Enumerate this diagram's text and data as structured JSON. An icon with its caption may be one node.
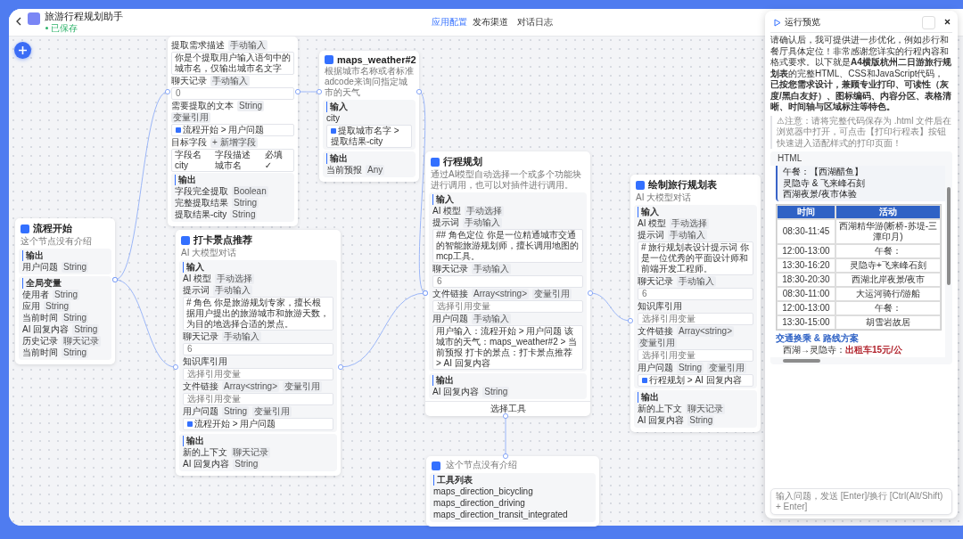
{
  "diagram": {
    "nodes": [
      {
        "text": [
          "流程开始",
          "这个节点没有介绍",
          "输出",
          "用户问题",
          "String",
          "全局变量",
          "使用者",
          "String",
          "应用",
          "String",
          "当前时间",
          "String",
          "AI 回复内容",
          "String",
          "历史记录",
          "聊天记录",
          "当前时间",
          "String"
        ]
      },
      {
        "text": [
          "提取需求描述",
          "手动输入",
          "你是个提取用户输入语句中的城市名，仅输出城市名文字",
          "聊天记录",
          "手动输入",
          "0",
          "需要提取的文本",
          "String",
          "变量引用",
          "流程开始 > 用户问题",
          "目标字段",
          "+ 新增字段",
          "字段名",
          "字段描述",
          "必填",
          "city",
          "城市名",
          "✓",
          "输出",
          "字段完全提取",
          "Boolean",
          "完整提取结果",
          "String",
          "提取结果-city",
          "String"
        ]
      },
      {
        "text": [
          "maps_weather#2",
          "根据城市名称或者标准adcode来询问指定城市的天气",
          "输入",
          "city",
          "提取城市名字 > 提取结果-city",
          "输出",
          "当前预报",
          "Any"
        ]
      },
      {
        "text": [
          "打卡景点推荐",
          "AI 大模型对话",
          "输入",
          "AI 模型",
          "手动选择",
          "提示词",
          "手动输入",
          "# 角色 你是旅游规划专家，擅长根据用户提出的旅游城市和旅游天数，为目的地选择合适的景点。",
          "聊天记录",
          "手动输入",
          "6",
          "知识库引用",
          "选择引用变量",
          "文件链接",
          "Array<string>",
          "变量引用",
          "选择引用变量",
          "用户问题",
          "String",
          "变量引用",
          "流程开始 > 用户问题",
          "输出",
          "新的上下文",
          "聊天记录",
          "AI 回复内容",
          "String"
        ]
      },
      {
        "text": [
          "行程规划",
          "通过AI模型自动选择一个或多个功能块进行调用，也可以对插件进行调用。",
          "输入",
          "AI 模型",
          "手动选择",
          "提示词",
          "手动输入",
          "## 角色定位 你是一位精通城市交通的智能旅游规划师，擅长调用地图的mcp工具。",
          "聊天记录",
          "手动输入",
          "6",
          "文件链接",
          "Array<string>",
          "变量引用",
          "选择引用变量",
          "用户问题",
          "手动输入",
          "用户输入：流程开始 > 用户问题 该城市的天气：maps_weather#2 > 当前预报 打卡的景点：打卡景点推荐 > AI 回复内容",
          "输出",
          "AI 回复内容",
          "String",
          "选择工具"
        ]
      },
      {
        "text": [
          "这个节点没有介绍",
          "工具列表",
          "maps_direction_bicycling",
          "maps_direction_driving",
          "maps_direction_transit_integrated"
        ]
      },
      {
        "text": [
          "绘制旅行规划表",
          "AI 大模型对话",
          "输入",
          "AI 模型",
          "手动选择",
          "提示词",
          "手动输入",
          "# 旅行规划表设计提示词 你是一位优秀的平面设计师和前端开发工程师。",
          "聊天记录",
          "手动输入",
          "6",
          "知识库引用",
          "选择引用变量",
          "文件链接",
          "Array<string>",
          "变量引用",
          "选择引用变量",
          "用户问题",
          "String",
          "变量引用",
          "行程规划 > AI 回复内容",
          "输出",
          "新的上下文",
          "聊天记录",
          "AI 回复内容",
          "String"
        ]
      }
    ],
    "edges": [
      {
        "from": 0,
        "to": 1,
        "arrow": "none"
      },
      {
        "from": 0,
        "to": 3,
        "arrow": "none"
      },
      {
        "from": 1,
        "to": 2,
        "arrow": "none"
      },
      {
        "from": 2,
        "to": 4,
        "arrow": "none"
      },
      {
        "from": 3,
        "to": 4,
        "arrow": "none"
      },
      {
        "from": 4,
        "to": 6,
        "arrow": "none"
      },
      {
        "from": 4,
        "to": 5,
        "arrow": "none"
      }
    ],
    "labels": [
      "旅游行程规划助手",
      "已保存",
      "应用配置",
      "发布渠道",
      "对话日志",
      "运行预览",
      "请确认后，我可提供进一步优化，例如步行和餐厅具体定位！非常感谢您详实的行程内容和格式要求。以下就是**A4横版杭州二日游旅行规划表**的完整HTML、CSS和JavaScript代码，**已按您需求设计，兼顾专业打印、可读性（灰度/黑白友好）、图标编码、内容分区、表格清晰、时间轴与区域标注等特色。**",
      "⚠注意：请将完整代码保存为 .html 文件后在浏览器中打开，可点击【打印行程表】按钮快速进入适配样式的打印页面！",
      "HTML",
      "午餐：【西湖醋鱼】",
      "灵隐寺 & 飞来峰石刻",
      "西湖夜景/夜市体验",
      "时间",
      "活动",
      "08:30-11:45",
      "西湖精华游(断桥-苏堤-三潭印月)",
      "12:00-13:00",
      "午餐：",
      "13:30-16:20",
      "灵隐寺+飞来峰石刻",
      "18:30-20:30",
      "西湖北岸夜景/夜市",
      "08:30-11:00",
      "大运河骑行/游船",
      "12:00-13:00",
      "午餐：",
      "13:30-15:00",
      "胡雪岩故居",
      "交通换乘 & 路线方案",
      "西湖→灵隐寺：**出租车15元/公**",
      "输入问题，发送 [Enter]/换行 [Ctrl(Alt/Shift) + Enter]"
    ]
  }
}
